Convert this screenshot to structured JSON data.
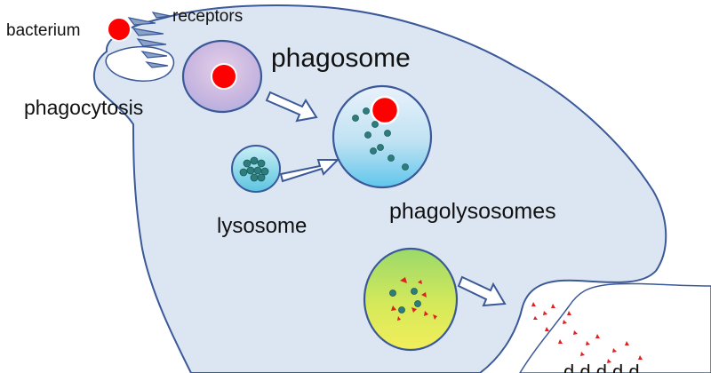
{
  "labels": {
    "bacterium": "bacterium",
    "receptors": "receptors",
    "phagocytosis": "phagocytosis",
    "phagosome": "phagosome",
    "lysosome": "lysosome",
    "phagolysosomes": "phagolysosomes",
    "cut_off_bottom": "d d d d d"
  },
  "colors": {
    "cell_fill": "#dce6f2",
    "cell_stroke": "#3b5998",
    "bacterium_red": "#ff0000",
    "enzyme_dot": "#2e7d7d",
    "arrow_fill": "#ffffff",
    "arrow_stroke": "#3b5998",
    "debris_red": "#e02020"
  }
}
